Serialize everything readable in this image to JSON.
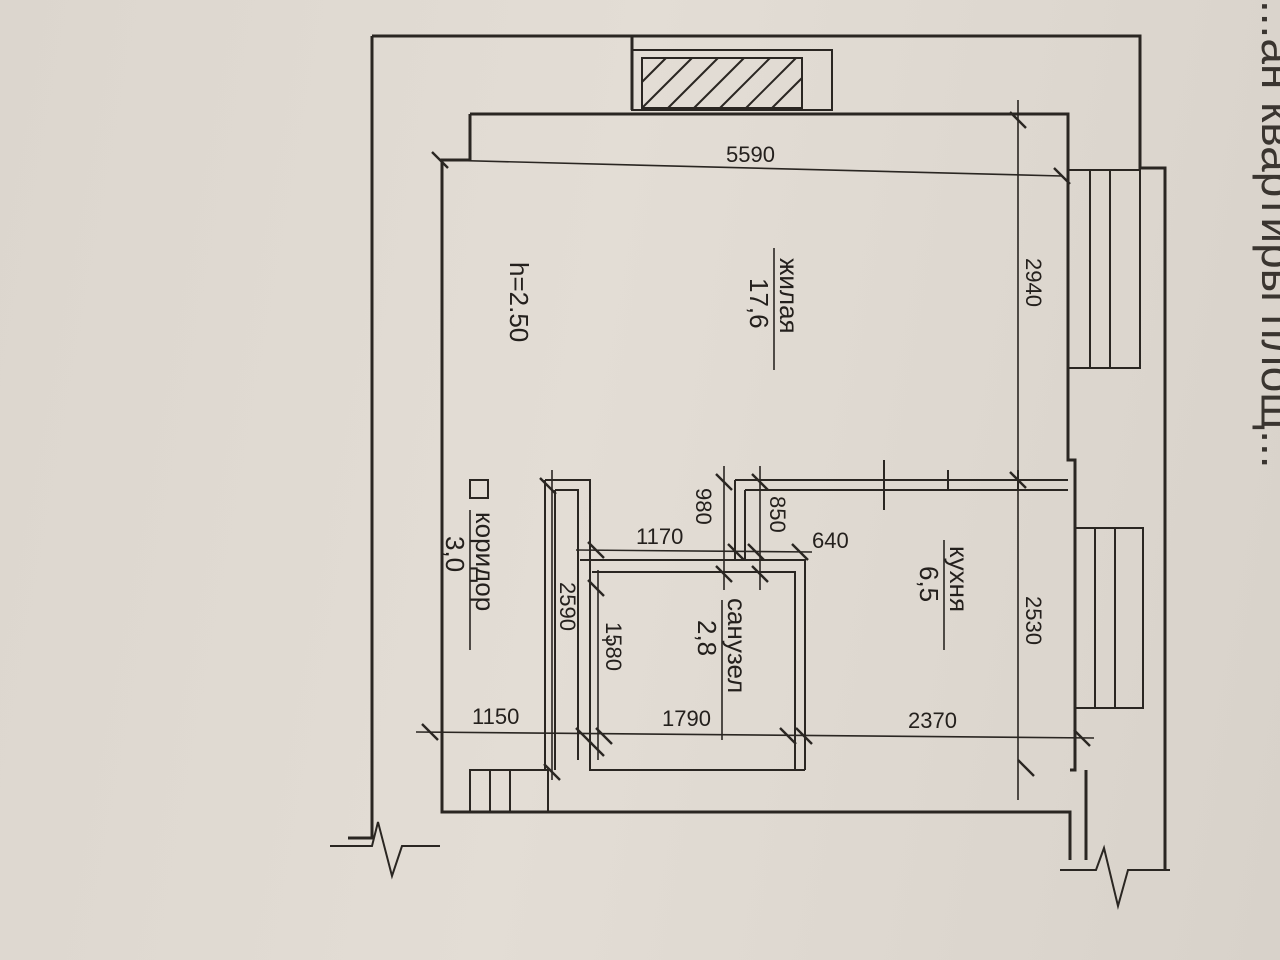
{
  "header_fragment": "...ан квартиры площ...",
  "rooms": {
    "living": {
      "name": "жилая",
      "area": "17,6"
    },
    "kitchen": {
      "name": "кухня",
      "area": "6,5"
    },
    "bathroom": {
      "name": "санузел",
      "area": "2,8"
    },
    "corridor": {
      "name": "коридор",
      "area": "3,0"
    }
  },
  "ceiling_height": "h=2.50",
  "dimensions": {
    "total_width": "5590",
    "living_depth": "2940",
    "kitchen_depth": "2530",
    "bottom_left": "1150",
    "bottom_mid": "1790",
    "bottom_right": "2370",
    "corridor_depth": "2590",
    "bath_depth": "1580",
    "wall_1170": "1170",
    "wall_980": "980",
    "wall_850": "850",
    "wall_640": "640"
  }
}
